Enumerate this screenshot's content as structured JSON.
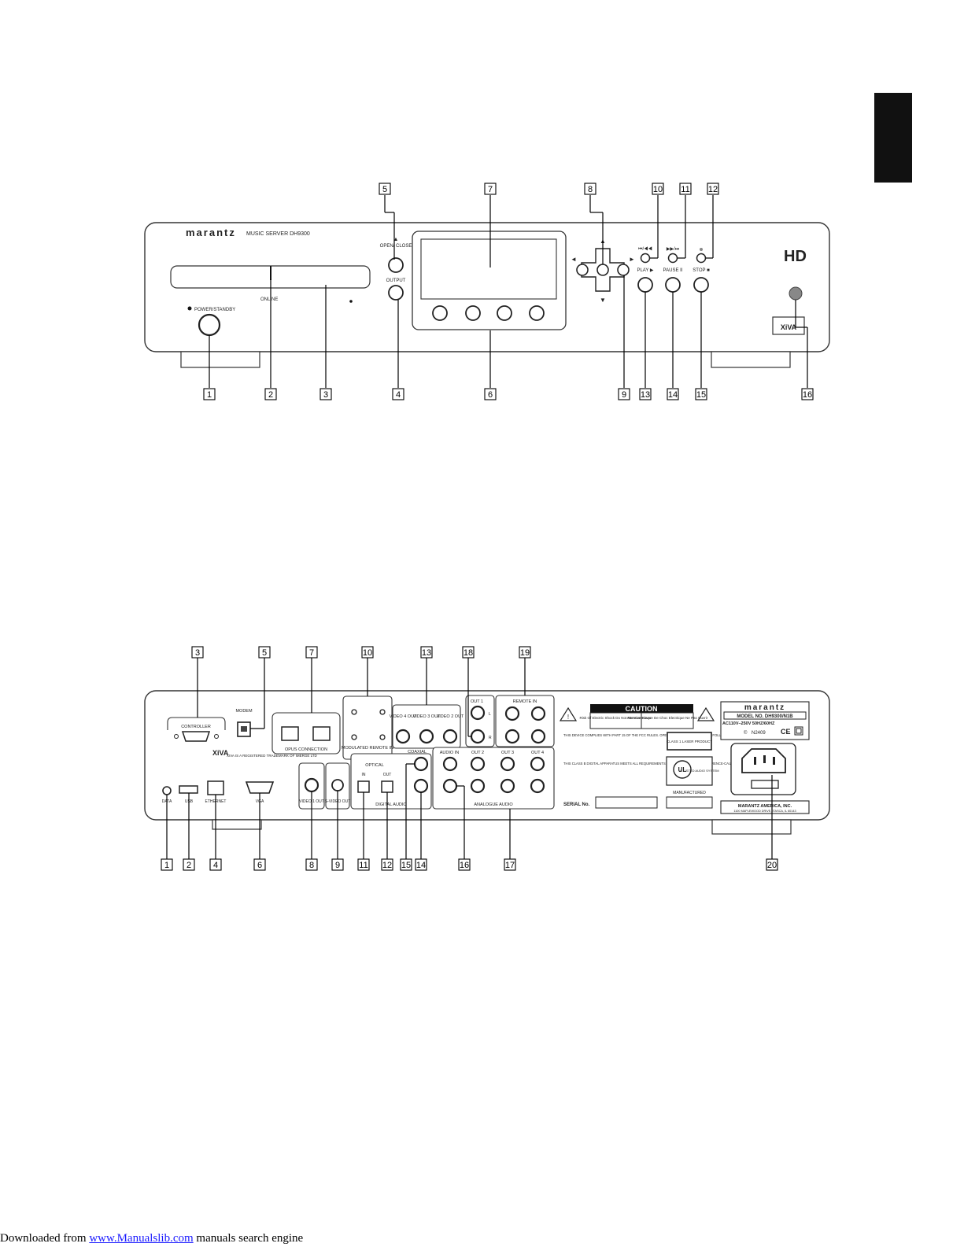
{
  "side_tab": {
    "color": "#111111"
  },
  "front_panel": {
    "brand": "marantz",
    "model": "MUSIC SERVER DH9300",
    "labels": {
      "eject": "OPEN/ CLOSE",
      "output": "OUTPUT",
      "online": "ONLINE",
      "power": "POWER/STANDBY",
      "play": "PLAY ▶",
      "pause": "PAUSE II",
      "stop": "STOP ■",
      "skip_back": "⏮/◀◀",
      "skip_fwd": "▶▶/⏭",
      "hd_logo": "HD",
      "xiva": "XiVA"
    },
    "callouts_top": [
      "5",
      "7",
      "8",
      "10",
      "11",
      "12"
    ],
    "callouts_bottom": [
      "1",
      "2",
      "3",
      "4",
      "6",
      "9",
      "13",
      "14",
      "15",
      "16"
    ]
  },
  "rear_panel": {
    "labels": {
      "controller": "CONTROLLER",
      "modem": "MODEM",
      "opus": "OPUS CONNECTION",
      "modulated": "MODULATED REMOTE IN",
      "video4": "VIDEO 4 OUT",
      "video3": "VIDEO 3 OUT",
      "video2": "VIDEO 2 OUT",
      "out1": "OUT 1",
      "remote_in": "REMOTE IN",
      "coaxial": "COAXIAL",
      "audio_in": "AUDIO IN",
      "out2": "OUT 2",
      "out3": "OUT 3",
      "out4": "OUT 4",
      "optical": "OPTICAL",
      "in": "IN",
      "out": "OUT",
      "digital_audio": "DIGITAL AUDIO",
      "analogue_audio": "ANALOGUE AUDIO",
      "data": "DATA",
      "usb": "USB",
      "ethernet": "ETHERNET",
      "vga": "VGA",
      "video1": "VIDEO 1 OUT",
      "svideo": "S-VIDEO OUT",
      "xiva_trademark": "XIVA IS A REGISTERED TRADEMARK OF IMERGE LTD",
      "caution": "CAUTION",
      "caution_en": "Risk Of Electric Shock Do Not Remove Cover",
      "caution_fr": "Attention Risque De Choc Electrique Ne Pas Ouvrir",
      "fcc": "THIS DEVICE COMPLIES WITH PART 15 OF THE FCC RULES. OPERATION IS SUBJECT TO THE FOLLOWING TWO CONDITIONS:",
      "class_b": "THIS CLASS B DIGITAL APPARATUS MEETS ALL REQUIREMENTS OF THE CANADIAN INTERFERENCE-CAUSING EQUIPMENT REGULATIONS.",
      "laser": "CLASS 1 LASER PRODUCT",
      "ul": "UL LISTED AUDIO SYSTEM",
      "model_brand": "marantz",
      "model_no": "MODEL NO. DH9300/N1B",
      "power_rating": "AC110V–250V 50HZ/60HZ",
      "n_number": "N2409",
      "serial": "SERIAL No.",
      "manufactured": "MANUFACTURED",
      "maker": "MARANTZ AMERICA, INC.",
      "address": "1100 MAPLEWOOD DRIVE, ITASCA, IL 60143"
    },
    "callouts_top": [
      "3",
      "5",
      "7",
      "10",
      "13",
      "18",
      "19"
    ],
    "callouts_bottom": [
      "1",
      "2",
      "4",
      "6",
      "8",
      "9",
      "11",
      "12",
      "15",
      "14",
      "16",
      "17",
      "20"
    ]
  },
  "footer": {
    "prefix": "Downloaded from ",
    "link_text": "www.Manualslib.com",
    "suffix": " manuals search engine"
  }
}
